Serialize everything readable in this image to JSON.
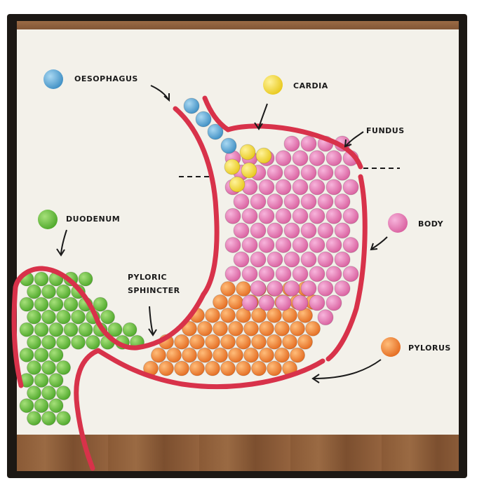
{
  "labels": {
    "oesophagus": "OESOPHAGUS",
    "cardia": "CARDIA",
    "fundus": "FUNDUS",
    "body": "BODY",
    "duodenum": "DUODENUM",
    "pyloric_line1": "PYLORIC",
    "pyloric_line2": "SPHINCTER",
    "pylorus": "PYLORUS"
  },
  "colors": {
    "oesophagus": "#5aa7d6",
    "cardia": "#f5dc3a",
    "body": "#e77fb9",
    "duodenum": "#6cc13f",
    "pylorus": "#f08a3c",
    "licorice": "#d8324a"
  }
}
